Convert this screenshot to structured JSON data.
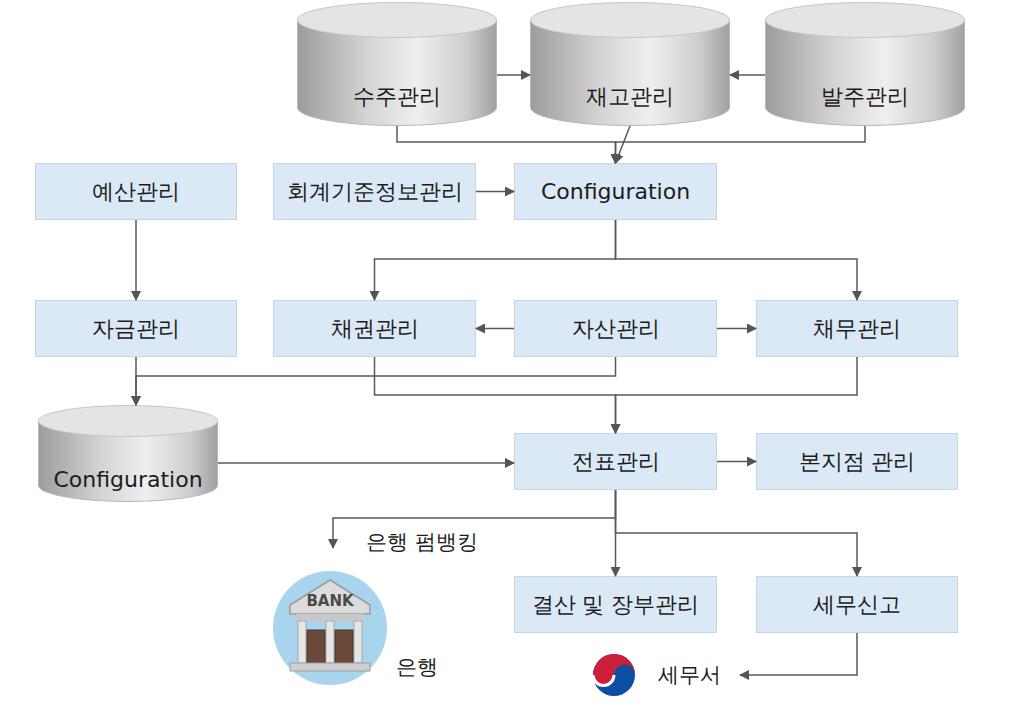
{
  "diagram": {
    "nodes": [
      {
        "text": [
          "수주관리"
        ]
      },
      {
        "text": [
          "재고관리"
        ]
      },
      {
        "text": [
          "발주관리"
        ]
      },
      {
        "text": [
          "예산관리"
        ]
      },
      {
        "text": [
          "회계기준정보관리"
        ]
      },
      {
        "text": [
          "Configuration"
        ]
      },
      {
        "text": [
          "자금관리"
        ]
      },
      {
        "text": [
          "채권관리"
        ]
      },
      {
        "text": [
          "자산관리"
        ]
      },
      {
        "text": [
          "채무관리"
        ]
      },
      {
        "text": [
          "Configuration"
        ]
      },
      {
        "text": [
          "전표관리"
        ]
      },
      {
        "text": [
          "본지점 관리"
        ]
      },
      {
        "text": [
          "결산 및 장부관리"
        ]
      },
      {
        "text": [
          "세무신고"
        ]
      },
      {
        "text": [
          "BANK",
          "은행"
        ]
      },
      {
        "text": [
          "세무서"
        ]
      }
    ],
    "edges": [
      {
        "from": 0,
        "to": 1,
        "arrow": "to"
      },
      {
        "from": 2,
        "to": 1,
        "arrow": "to"
      },
      {
        "from": 0,
        "to": 5,
        "arrow": "to"
      },
      {
        "from": 1,
        "to": 5,
        "arrow": "to"
      },
      {
        "from": 2,
        "to": 5,
        "arrow": "to"
      },
      {
        "from": 4,
        "to": 5,
        "arrow": "to"
      },
      {
        "from": 3,
        "to": 6,
        "arrow": "to"
      },
      {
        "from": 5,
        "to": 7,
        "arrow": "to"
      },
      {
        "from": 5,
        "to": 9,
        "arrow": "to"
      },
      {
        "from": 8,
        "to": 7,
        "arrow": "to"
      },
      {
        "from": 8,
        "to": 9,
        "arrow": "to"
      },
      {
        "from": 6,
        "to": 10,
        "arrow": "to"
      },
      {
        "from": 8,
        "to": 10,
        "arrow": "to"
      },
      {
        "from": 7,
        "to": 11,
        "arrow": "to"
      },
      {
        "from": 9,
        "to": 11,
        "arrow": "to"
      },
      {
        "from": 10,
        "to": 11,
        "arrow": "to"
      },
      {
        "from": 11,
        "to": 12,
        "arrow": "to"
      },
      {
        "from": 11,
        "to": 15,
        "label": "은행 펌뱅킹",
        "arrow": "to"
      },
      {
        "from": 11,
        "to": 13,
        "arrow": "to"
      },
      {
        "from": 11,
        "to": 14,
        "arrow": "to"
      },
      {
        "from": 14,
        "to": 16,
        "arrow": "to"
      }
    ]
  }
}
